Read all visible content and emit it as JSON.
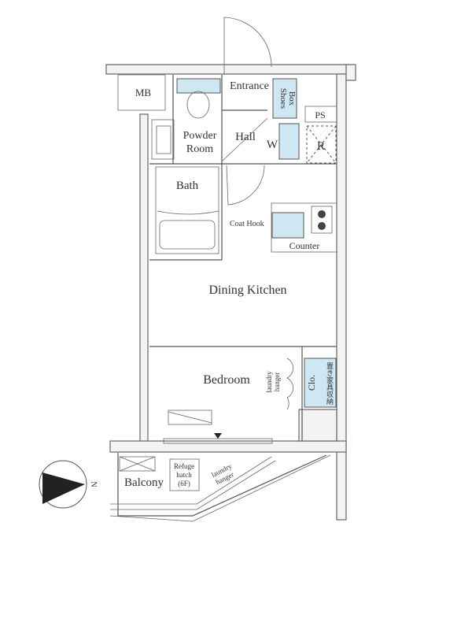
{
  "rooms": {
    "mb": "MB",
    "entrance": "Entrance",
    "shoes_box": [
      "Shoes",
      "Box"
    ],
    "ps": "PS",
    "powder_room": [
      "Powder",
      "Room"
    ],
    "hall": "Hall",
    "washer": "W",
    "refrigerator": "R",
    "bath": "Bath",
    "coat_hook": "Coat Hook",
    "counter": "Counter",
    "dining_kitchen": "Dining Kitchen",
    "bedroom": "Bedroom",
    "laundry_hanger_bedroom": [
      "laundry",
      "hanger"
    ],
    "closet": "Clo.",
    "closet_note": "置き家具収納",
    "balcony": "Balcony",
    "refuge_hatch": [
      "Refuge",
      "hatch",
      "(6F)"
    ],
    "laundry_hanger_balcony": [
      "laundry",
      "hanger"
    ]
  },
  "compass": {
    "label": "N"
  },
  "colors": {
    "fixture_blue": "#cfe7f3",
    "line": "#555555"
  }
}
